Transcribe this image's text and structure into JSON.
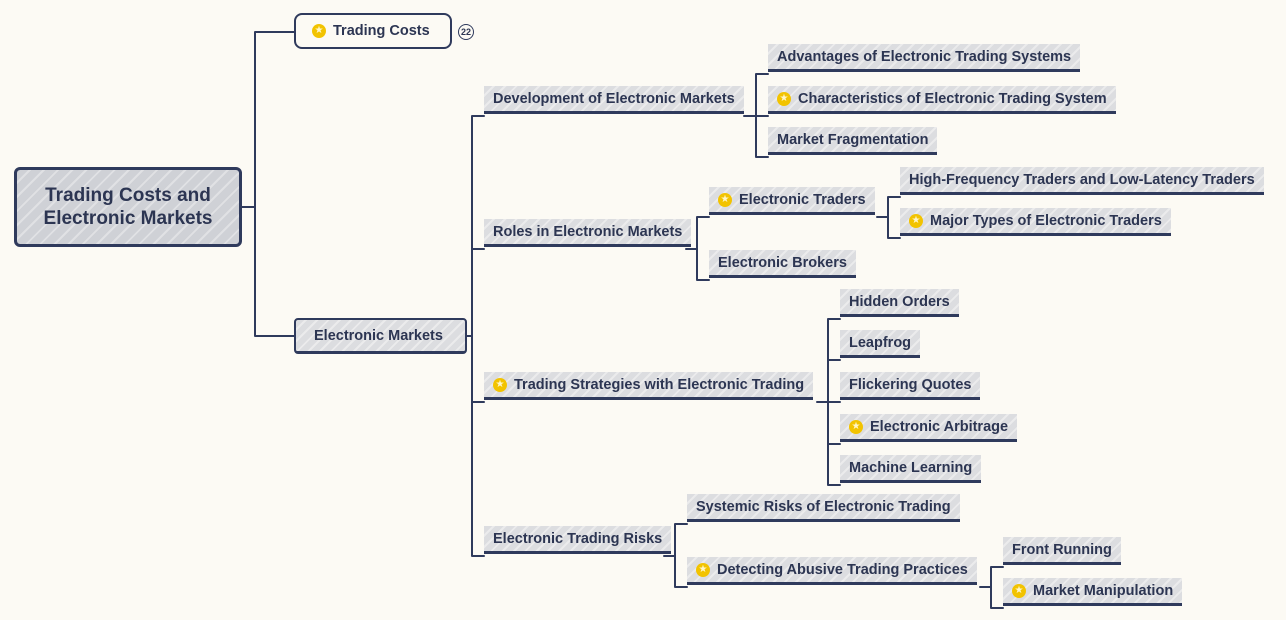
{
  "root": {
    "label": "Trading Costs and Electronic Markets"
  },
  "trading_costs": {
    "label": "Trading Costs",
    "count": "22"
  },
  "electronic_markets": {
    "label": "Electronic Markets",
    "development": {
      "label": "Development of Electronic Markets",
      "children": [
        "Advantages of Electronic Trading Systems",
        "Characteristics of Electronic Trading System",
        "Market Fragmentation"
      ]
    },
    "roles": {
      "label": "Roles in Electronic Markets",
      "electronic_traders": {
        "label": "Electronic Traders",
        "children": [
          "High-Frequency Traders and Low-Latency Traders",
          "Major Types of Electronic Traders"
        ]
      },
      "electronic_brokers": "Electronic Brokers"
    },
    "strategies": {
      "label": "Trading Strategies with Electronic Trading",
      "children": [
        "Hidden Orders",
        "Leapfrog",
        "Flickering Quotes",
        "Electronic Arbitrage",
        "Machine Learning"
      ]
    },
    "risks": {
      "label": "Electronic Trading Risks",
      "systemic": "Systemic Risks of Electronic Trading",
      "abusive": {
        "label": "Detecting Abusive Trading Practices",
        "children": [
          "Front Running",
          "Market Manipulation"
        ]
      }
    }
  },
  "colors": {
    "line": "#2f3a5c",
    "text": "#2c3552",
    "star": "#f2c300",
    "background": "#fcfaf4"
  },
  "icons": {
    "topic_marker": "star-icon",
    "collapsed_count": "count-badge"
  }
}
